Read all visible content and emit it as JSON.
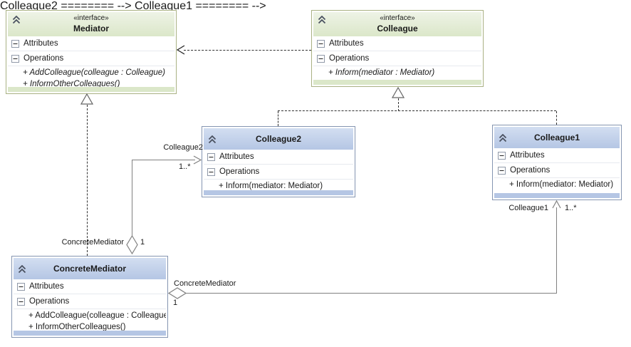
{
  "classes": {
    "mediator": {
      "stereotype": "«interface»",
      "name": "Mediator",
      "attributes_label": "Attributes",
      "operations_label": "Operations",
      "methods": [
        "+ AddColleague(colleague : Colleague)",
        "+ InformOtherColleagues()"
      ]
    },
    "colleague": {
      "stereotype": "«interface»",
      "name": "Colleague",
      "attributes_label": "Attributes",
      "operations_label": "Operations",
      "methods": [
        "+ Inform(mediator : Mediator)"
      ]
    },
    "colleague2": {
      "name": "Colleague2",
      "attributes_label": "Attributes",
      "operations_label": "Operations",
      "methods": [
        "+ Inform(mediator: Mediator)"
      ]
    },
    "colleague1": {
      "name": "Colleague1",
      "attributes_label": "Attributes",
      "operations_label": "Operations",
      "methods": [
        "+ Inform(mediator: Mediator)"
      ]
    },
    "concrete_mediator": {
      "name": "ConcreteMediator",
      "attributes_label": "Attributes",
      "operations_label": "Operations",
      "methods": [
        "+ AddColleague(colleague : Colleague)",
        "+ InformOtherColleagues()"
      ]
    }
  },
  "connectors": {
    "colleague2_assoc": {
      "role": "Colleague2",
      "multiplicity": "1..*"
    },
    "concrete_top_assoc": {
      "role": "ConcreteMediator",
      "multiplicity": "1"
    },
    "concrete_right_assoc": {
      "role": "ConcreteMediator",
      "multiplicity": "1"
    },
    "colleague1_assoc": {
      "role": "Colleague1",
      "multiplicity": "1..*"
    }
  },
  "colors": {
    "interface_border": "#a9b183",
    "interface_footer": "#dbe7c9",
    "class_border": "#8595b1",
    "class_footer": "#b5c6e4",
    "line": "#808080",
    "dash": "#303030"
  }
}
